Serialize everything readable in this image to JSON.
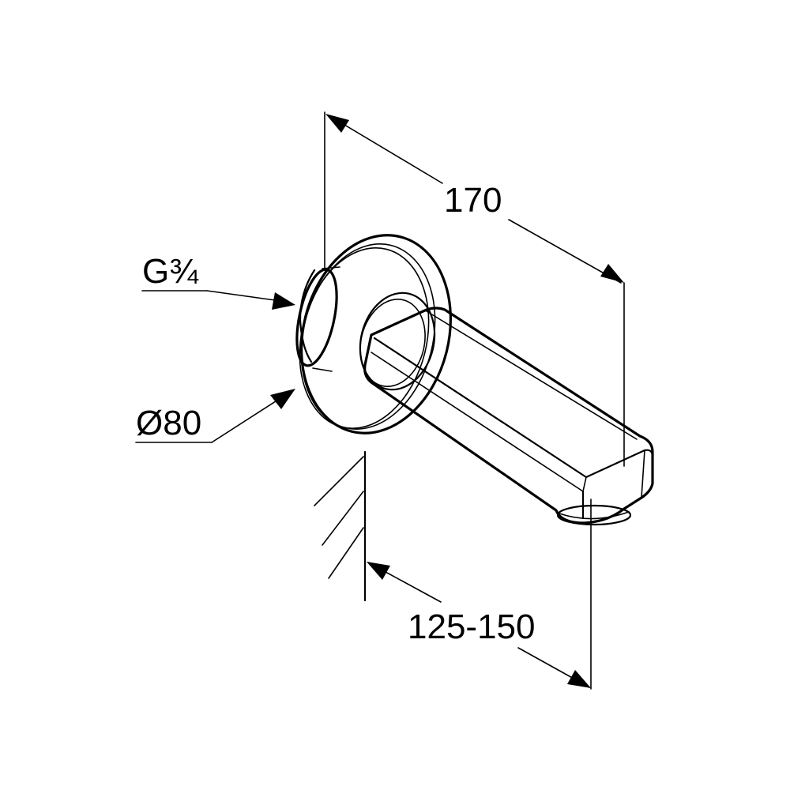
{
  "dimensions": {
    "length": "170",
    "projection": "125-150",
    "thread": "G¾",
    "rosette_diameter": "Ø80"
  },
  "colors": {
    "line": "#000000",
    "background": "#ffffff"
  }
}
